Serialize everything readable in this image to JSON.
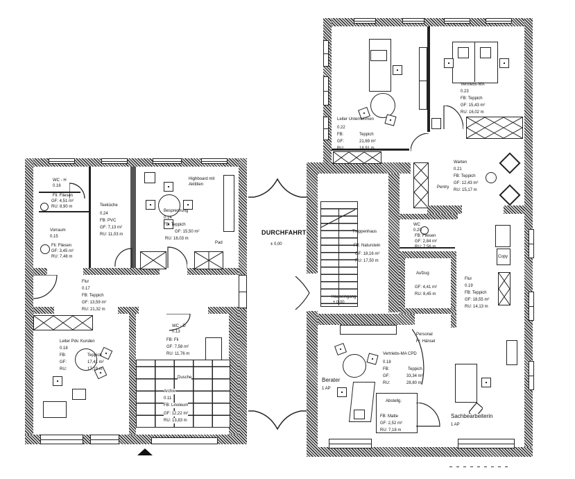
{
  "plan": {
    "passage": {
      "name": "DURCHFAHRT",
      "note": "± 0,00"
    },
    "entrance_marker": "entrance-arrow"
  },
  "rooms": {
    "wc": {
      "name": "WC - H",
      "number": "0.16",
      "floor": "Fli: Fliesen",
      "area": "GF: 4,51 m²",
      "perimeter": "RU: 8,90 m"
    },
    "vorraum": {
      "name": "Vorraum",
      "number": "0.15",
      "floor": "Fli: Fliesen",
      "area": "GF: 3,45 m²",
      "perimeter": "RU: 7,48 m"
    },
    "teekueche": {
      "name": "Teeküche",
      "number": "0.24",
      "floor": "FB: PVC",
      "area": "GF: 7,13 m²",
      "perimeter": "RU: 11,03 m"
    },
    "besprechung": {
      "name": "Besprechung",
      "number": "0.14",
      "note": "Highboard mit Aktitlien",
      "floor": "FB: Teppich",
      "area": "GF: 15,50 m²",
      "perimeter": "RU: 16,03 m",
      "extra": "Pad"
    },
    "flur_left": {
      "name": "Flur",
      "number": "0.17",
      "floor": "FB: Teppich",
      "area": "GF: 13,59 m²",
      "perimeter": "RU: 21,32 m"
    },
    "leiter_left": {
      "name": "Leiter Pdv. Kunden",
      "number": "0.18",
      "floor": "FB:",
      "floor_val": "Teppich",
      "area": "GF:",
      "area_val": "17,41 m²",
      "perimeter": "RU:",
      "perimeter_val": "17,19 m"
    },
    "wc_d": {
      "name": "WC - D",
      "number": "0.13",
      "floor": "FB: Fli",
      "area": "GF: 7,58 m²",
      "perimeter": "RU: 11,76 m"
    },
    "dusche": {
      "name": "Dusche",
      "number": ""
    },
    "archiv": {
      "name": "Archiv",
      "number": "0.11",
      "floor": "FB: Linoleum",
      "area": "GF: 12,22 m²",
      "perimeter": "RU: 13,83 m"
    },
    "treppenhaus": {
      "name": "Treppenhaus",
      "floor": "FB: Naturstein",
      "area": "GF: 18,16 m²",
      "perimeter": "RU: 17,50 m"
    },
    "eingang": {
      "name": "Hauseingang",
      "note": "± 0,00"
    },
    "leiter_right": {
      "name": "Leiter Unternehmen",
      "number": "0.22",
      "floor": "FB:",
      "floor_val": "Teppich",
      "area": "GF:",
      "area_val": "21,69 m²",
      "perimeter": "RU:",
      "perimeter_val": "18,91 m"
    },
    "vertrieb_ma": {
      "name": "Vertriebs-MA",
      "number": "0.23",
      "floor": "FB: Teppich",
      "area": "GF: 15,43 m²",
      "perimeter": "RU: 16,02 m"
    },
    "warten": {
      "name": "Warten",
      "number": "0.21",
      "floor": "FB: Teppich",
      "area": "GF: 12,43 m²",
      "perimeter": "RU: 15,17 m",
      "extra": "Pentry"
    },
    "wc_small": {
      "name": "WC",
      "number": "0.20",
      "floor": "FB: Fliesen",
      "area": "GF: 2,84 m²",
      "perimeter": "RU: 7,56 m"
    },
    "aufzug": {
      "name": "Aufzug",
      "area": "GF: 4,41 m²",
      "perimeter": "RU: 8,45 m"
    },
    "flur_right": {
      "name": "Flur",
      "number": "0.19",
      "floor": "FB: Teppich",
      "area": "GF: 18,55 m²",
      "perimeter": "RU: 14,13 m",
      "copy": "Copy"
    },
    "vertrieb_cpd": {
      "name": "Vertriebs-MA CPD",
      "number": "0.18",
      "floor": "FB:",
      "floor_val": "Teppich",
      "area": "GF:",
      "area_val": "33,34 m²",
      "perimeter": "RU:",
      "perimeter_val": "28,80 m",
      "personal": "Personal",
      "personal2": "Fr. Hänsel"
    },
    "berater": {
      "name": "Berater",
      "sub": "1 AP"
    },
    "abstellraum": {
      "name": "Abstellg.",
      "floor": "FB: Matte",
      "area": "GF: 2,52 m²",
      "perimeter": "RU: 7,18 m"
    },
    "sachbearbeiterin": {
      "name": "Sachbearbeiterin",
      "sub": "1 AP"
    }
  }
}
